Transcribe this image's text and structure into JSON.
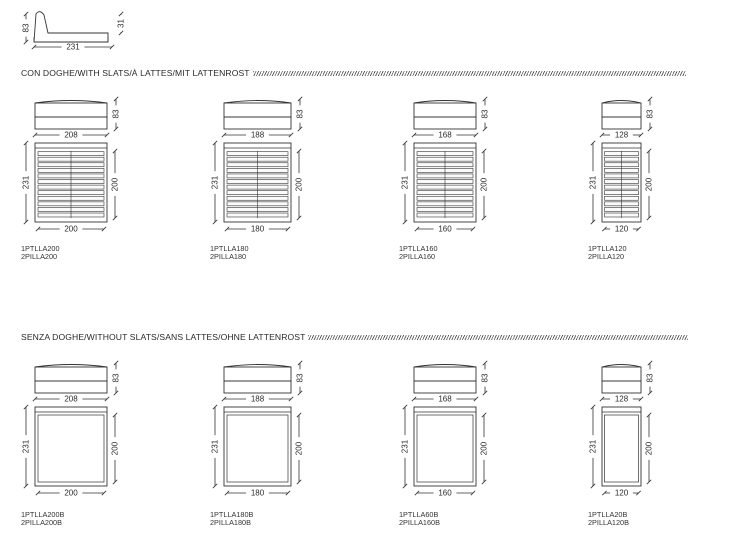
{
  "header": {
    "side_view": {
      "height_label": "83",
      "headboard_label": "31",
      "length_label": "231"
    }
  },
  "sections": [
    {
      "title": "CON DOGHE/WITH SLATS/À LATTES/MIT LATTENROST",
      "has_slats": true,
      "beds": [
        {
          "head_width": "208",
          "head_height": "83",
          "length": "231",
          "mattress_length": "200",
          "mattress_width": "200",
          "codes": [
            "1PTLLA200",
            "2PILLA200"
          ]
        },
        {
          "head_width": "188",
          "head_height": "83",
          "length": "231",
          "mattress_length": "200",
          "mattress_width": "180",
          "codes": [
            "1PTLLA180",
            "2PILLA180"
          ]
        },
        {
          "head_width": "168",
          "head_height": "83",
          "length": "231",
          "mattress_length": "200",
          "mattress_width": "160",
          "codes": [
            "1PTLLA160",
            "2PILLA160"
          ]
        },
        {
          "head_width": "128",
          "head_height": "83",
          "length": "231",
          "mattress_length": "200",
          "mattress_width": "120",
          "codes": [
            "1PTLLA120",
            "2PILLA120"
          ]
        }
      ]
    },
    {
      "title": "SENZA DOGHE/WITHOUT SLATS/SANS LATTES/OHNE LATTENROST",
      "has_slats": false,
      "beds": [
        {
          "head_width": "208",
          "head_height": "83",
          "length": "231",
          "mattress_length": "200",
          "mattress_width": "200",
          "codes": [
            "1PTLLA200B",
            "2PILLA200B"
          ]
        },
        {
          "head_width": "188",
          "head_height": "83",
          "length": "231",
          "mattress_length": "200",
          "mattress_width": "180",
          "codes": [
            "1PTLLA180B",
            "2PILLA180B"
          ]
        },
        {
          "head_width": "168",
          "head_height": "83",
          "length": "231",
          "mattress_length": "200",
          "mattress_width": "160",
          "codes": [
            "1PTLLA60B",
            "2PILLA160B"
          ]
        },
        {
          "head_width": "128",
          "head_height": "83",
          "length": "231",
          "mattress_length": "200",
          "mattress_width": "120",
          "codes": [
            "1PTLLA20B",
            "2PILLA120B"
          ]
        }
      ]
    }
  ]
}
